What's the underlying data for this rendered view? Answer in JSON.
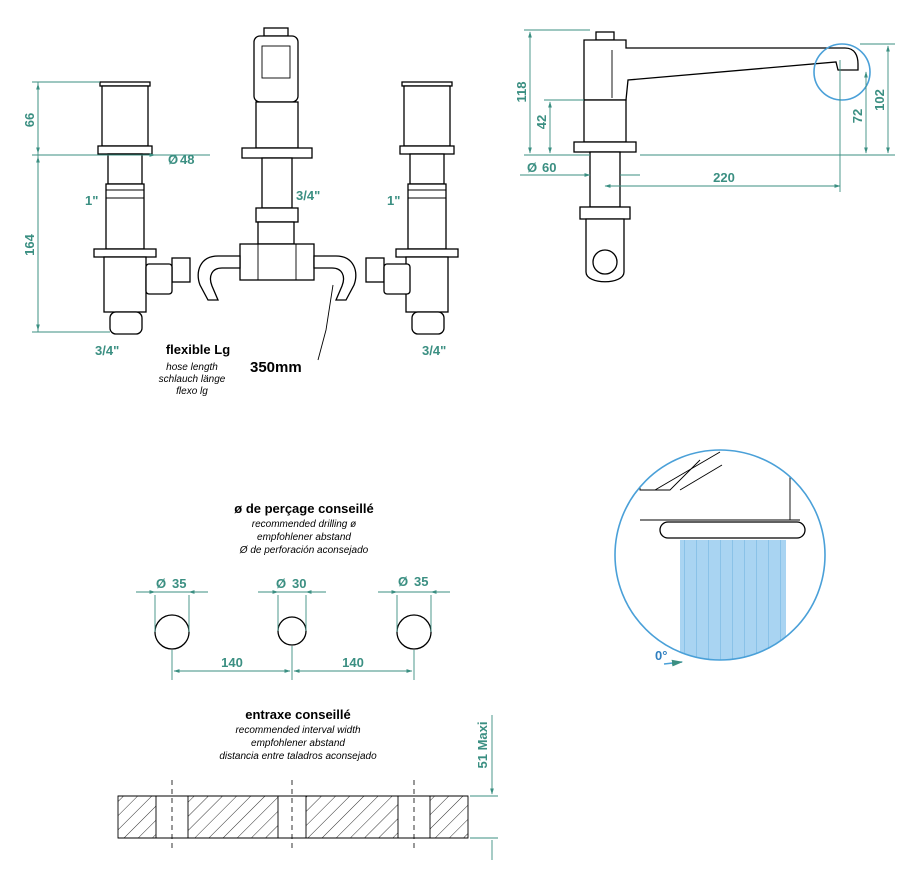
{
  "colors": {
    "dimension": "#3b8f82",
    "outline": "#000000",
    "detail_circle": "#4aa0d8",
    "water": "#a9d4f2"
  },
  "front_view": {
    "dims": {
      "handle_height": "66",
      "body_height": "164",
      "diameter": "48",
      "thread_left": "1\"",
      "thread_right": "1\"",
      "thread_center": "3/4\"",
      "outlet_left": "3/4\"",
      "outlet_right": "3/4\""
    },
    "hose": {
      "title": "flexible Lg",
      "line_en": "hose length",
      "line_de": "schlauch länge",
      "line_es": "flexo lg",
      "length_value": "350",
      "length_unit": "mm"
    }
  },
  "side_view": {
    "dims": {
      "height_total": "118",
      "height_lower": "42",
      "spout_height": "102",
      "outlet_height": "72",
      "base_diameter": "60",
      "spout_reach": "220"
    }
  },
  "detail": {
    "angle": "0°"
  },
  "drilling": {
    "title": "ø de perçage conseillé",
    "line_en": "recommended drilling ø",
    "line_de": "empfohlener abstand",
    "line_es": "Ø de perforación aconsejado",
    "hole_left": "35",
    "hole_center": "30",
    "hole_right": "35",
    "spacing_left": "140",
    "spacing_right": "140"
  },
  "interval": {
    "title": "entraxe conseillé",
    "line_en": "recommended interval width",
    "line_de": "empfohlener abstand",
    "line_es": "distancia entre taladros aconsejado",
    "max_thickness": "51 Maxi"
  }
}
